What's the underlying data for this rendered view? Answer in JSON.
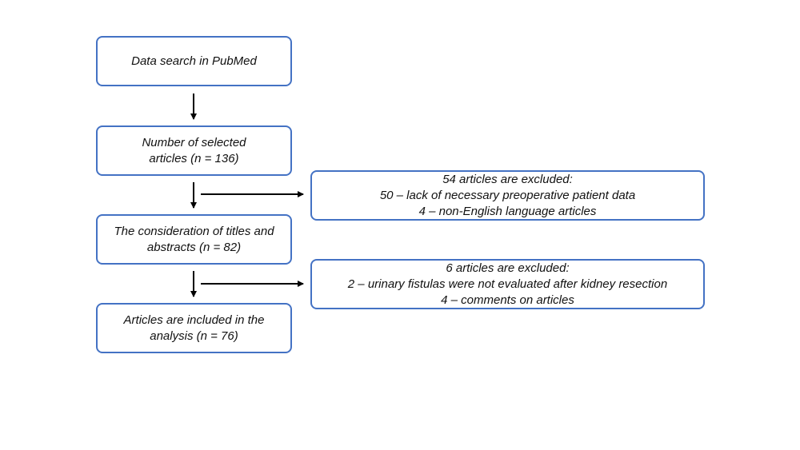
{
  "flowchart": {
    "steps": [
      {
        "lines": [
          "Data search in PubMed"
        ]
      },
      {
        "lines": [
          "Number of selected",
          "articles (n = 136)"
        ]
      },
      {
        "lines": [
          "The consideration of titles and",
          "abstracts (n = 82)"
        ]
      },
      {
        "lines": [
          "Articles are included in the",
          "analysis (n = 76)"
        ]
      }
    ],
    "exclusions": [
      {
        "lines": [
          "54 articles are excluded:",
          "50 – lack of necessary preoperative patient data",
          "4 – non-English language articles"
        ]
      },
      {
        "lines": [
          "6 articles are excluded:",
          "2 – urinary fistulas were not evaluated after kidney resection",
          "4 – comments on articles"
        ]
      }
    ],
    "colors": {
      "box_border": "#4472c4",
      "arrow": "#000000",
      "text": "#111111"
    }
  }
}
